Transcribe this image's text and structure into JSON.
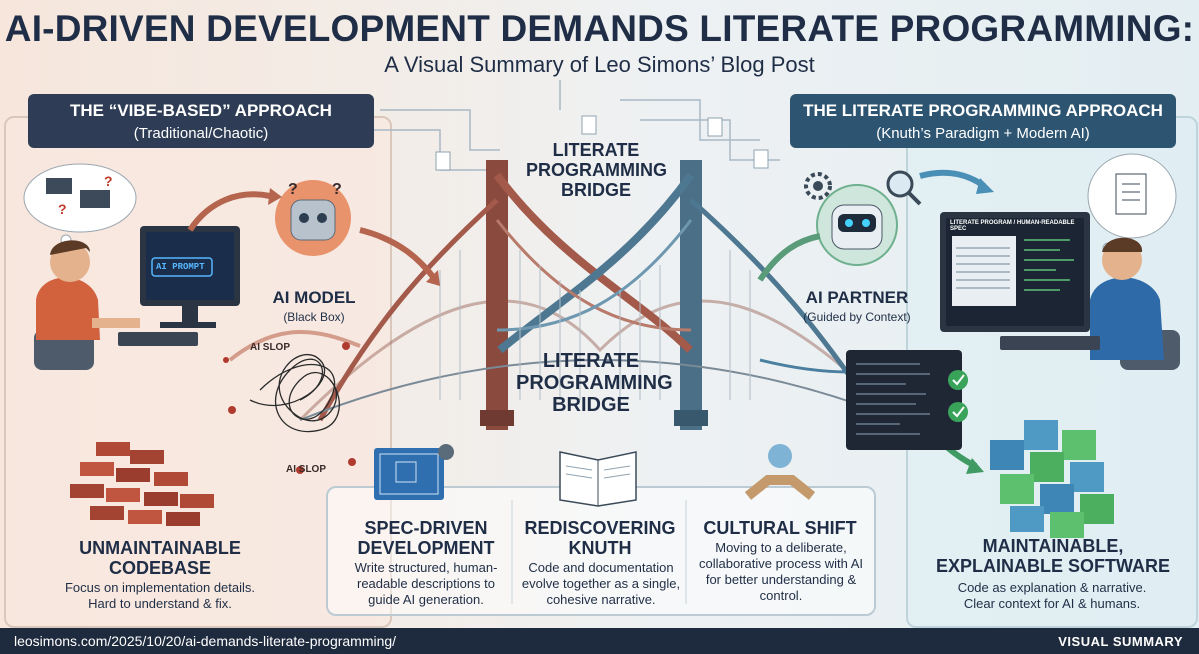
{
  "header": {
    "title": "AI-DRIVEN DEVELOPMENT DEMANDS LITERATE PROGRAMMING:",
    "subtitle": "A Visual Summary of Leo Simons’ Blog Post"
  },
  "left": {
    "heading": "THE “VIBE-BASED” APPROACH",
    "subheading": "(Traditional/Chaotic)",
    "screen_text": "AI PROMPT",
    "ai_model_label": "AI MODEL",
    "ai_model_sub": "(Black Box)",
    "slop_label_1": "AI SLOP",
    "slop_label_2": "AI SLOP",
    "result_title": "UNMAINTAINABLE CODEBASE",
    "result_desc_1": "Focus on implementation details.",
    "result_desc_2": "Hard to understand & fix."
  },
  "bridge": {
    "label_top": "LITERATE PROGRAMMING BRIDGE",
    "label_bottom": "LITERATE PROGRAMMING BRIDGE"
  },
  "right": {
    "heading": "THE LITERATE PROGRAMMING APPROACH",
    "subheading": "(Knuth’s Paradigm + Modern AI)",
    "screen_text": "LITERATE PROGRAM / HUMAN-READABLE SPEC",
    "ai_partner_label": "AI PARTNER",
    "ai_partner_sub": "(Guided by Context)",
    "result_title": "MAINTAINABLE, EXPLAINABLE SOFTWARE",
    "result_desc_1": "Code as explanation & narrative.",
    "result_desc_2": "Clear context for AI & humans."
  },
  "pillars": [
    {
      "title": "SPEC-DRIVEN DEVELOPMENT",
      "desc": "Write structured, human-readable descriptions to guide AI generation.",
      "icon": "blueprint-icon"
    },
    {
      "title": "REDISCOVERING KNUTH",
      "desc": "Code and documentation evolve together as a single, cohesive narrative.",
      "icon": "open-book-icon"
    },
    {
      "title": "CULTURAL SHIFT",
      "desc": "Moving to a deliberate, collaborative process with AI for better understanding & control.",
      "icon": "handshake-icon"
    }
  ],
  "footer": {
    "url": "leosimons.com/2025/10/20/ai-demands-literate-programming/",
    "tag": "VISUAL SUMMARY"
  },
  "colors": {
    "navy": "#1f2e46",
    "left_header": "#2e3d55",
    "right_header": "#2d5470",
    "bridge_red": "#8a4a3e",
    "bridge_blue": "#4a6f86",
    "footer": "#1e2a3d"
  }
}
